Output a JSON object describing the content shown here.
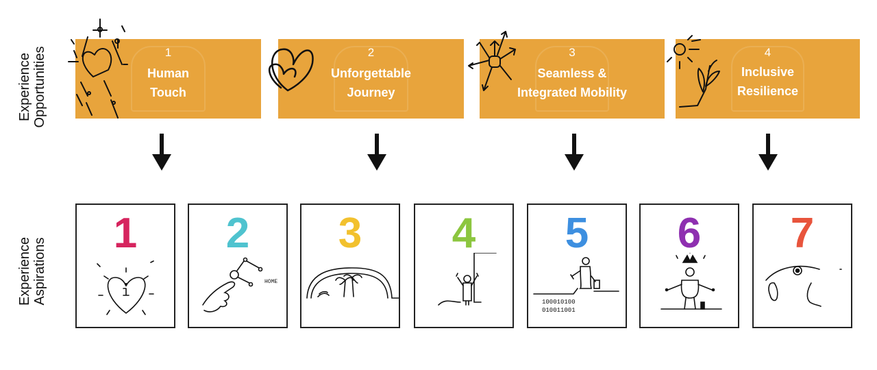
{
  "labels": {
    "opportunities": [
      "Experience",
      "Opportunities"
    ],
    "aspirations": [
      "Experience",
      "Aspirations"
    ]
  },
  "opportunities": [
    {
      "number": "1",
      "title_lines": [
        "Human",
        "Touch"
      ]
    },
    {
      "number": "2",
      "title_lines": [
        "Unforgettable",
        "Journey"
      ]
    },
    {
      "number": "3",
      "title_lines": [
        "Seamless &",
        "Integrated Mobility"
      ]
    },
    {
      "number": "4",
      "title_lines": [
        "Inclusive",
        "Resilience"
      ]
    }
  ],
  "aspirations": [
    {
      "number": "1",
      "color": "#d6245e",
      "sketch": "heart-info-sketch"
    },
    {
      "number": "2",
      "color": "#4fc3cf",
      "sketch": "finger-tap-home-sketch",
      "sketch_text": "HOME"
    },
    {
      "number": "3",
      "color": "#f2c12e",
      "sketch": "dome-palm-trees-sketch"
    },
    {
      "number": "4",
      "color": "#8cc63f",
      "sketch": "person-waving-sketch"
    },
    {
      "number": "5",
      "color": "#3d8fe0",
      "sketch": "person-with-luggage-binary-sketch",
      "sketch_text": [
        "100010100",
        "010011001"
      ]
    },
    {
      "number": "6",
      "color": "#8e2fb0",
      "sketch": "meditating-person-sketch"
    },
    {
      "number": "7",
      "color": "#e8543c",
      "sketch": "face-profile-sketch"
    }
  ],
  "colors": {
    "opportunity_bg": "#e8a43c",
    "opportunity_text": "#ffffff",
    "arrow": "#111111"
  }
}
